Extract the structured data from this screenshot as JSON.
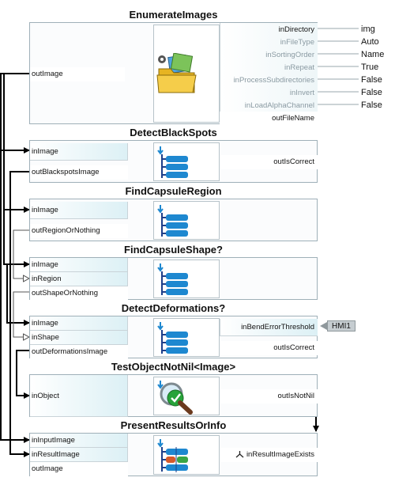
{
  "blocks": {
    "enumerate_images": {
      "title": "EnumerateImages",
      "out_left": "outImage",
      "right_inputs": [
        "inDirectory",
        "inFileType",
        "inSortingOrder",
        "inRepeat",
        "inProcessSubdirectories",
        "inInvert",
        "inLoadAlphaChannel"
      ],
      "right_output": "outFileName",
      "values": [
        "img",
        "Auto",
        "Name",
        "True",
        "False",
        "False",
        "False"
      ],
      "icon": "folder-images-gear-icon"
    },
    "detect_black_spots": {
      "title": "DetectBlackSpots",
      "inputs": [
        "inImage"
      ],
      "outputs_left": [
        "outBlackspotsImage"
      ],
      "right_output": "outIsCorrect",
      "icon": "function-list-icon"
    },
    "find_capsule_region": {
      "title": "FindCapsuleRegion",
      "inputs": [
        "inImage"
      ],
      "outputs_left": [
        "outRegionOrNothing"
      ],
      "icon": "function-list-icon"
    },
    "find_capsule_shape": {
      "title": "FindCapsuleShape?",
      "inputs": [
        "inImage",
        "inRegion"
      ],
      "outputs_left": [
        "outShapeOrNothing"
      ],
      "icon": "function-list-icon"
    },
    "detect_deformations": {
      "title": "DetectDeformations?",
      "inputs": [
        "inImage",
        "inShape"
      ],
      "outputs_left": [
        "outDeformationsImage"
      ],
      "right_input": "inBendErrorThreshold",
      "right_output": "outIsCorrect",
      "hmi_label": "HMI1",
      "icon": "function-list-icon"
    },
    "test_object_not_nil": {
      "title": "TestObjectNotNil<Image>",
      "inputs": [
        "inObject"
      ],
      "right_output": "outIsNotNil",
      "icon": "magnifier-check-icon"
    },
    "present_results": {
      "title": "PresentResultsOrInfo",
      "inputs": [
        "inInputImage",
        "inResultImage"
      ],
      "outputs_left": [
        "outImage"
      ],
      "right_output": "inResultImageExists",
      "icon": "variant-list-icon"
    }
  },
  "colors": {
    "input_gradient": "#dcf0f5",
    "border": "#9fb0b8",
    "wire": "#000000",
    "grey_label": "#8a9aa2",
    "icon_blue": "#1e88d0"
  }
}
